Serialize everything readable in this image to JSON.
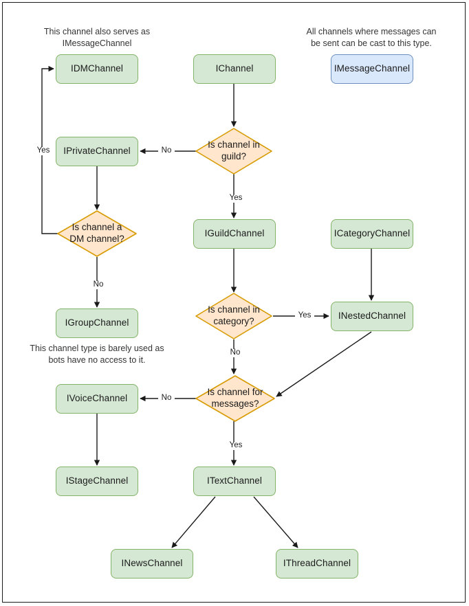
{
  "diagram": {
    "title": "Discord channel interface decision flowchart",
    "colors": {
      "green_fill": "#d5e8d4",
      "green_stroke": "#82b366",
      "blue_fill": "#dae8fc",
      "blue_stroke": "#6c8ebf",
      "orange_fill": "#ffe6cc",
      "orange_stroke": "#d79b00",
      "edge_stroke": "#1a1a1a",
      "frame_stroke": "#1a1a1a",
      "background": "#ffffff"
    },
    "notes": [
      {
        "id": "note-dm",
        "text": "This channel also serves as IMessageChannel"
      },
      {
        "id": "note-message",
        "text": "All channels where messages can be sent can be cast to this type."
      },
      {
        "id": "note-group",
        "text": "This channel type is barely used as bots have no access to it."
      }
    ],
    "nodes": [
      {
        "id": "idmchannel",
        "label": "IDMChannel",
        "shape": "box",
        "style": "green"
      },
      {
        "id": "ichannel",
        "label": "IChannel",
        "shape": "box",
        "style": "green"
      },
      {
        "id": "imessagechannel",
        "label": "IMessageChannel",
        "shape": "box",
        "style": "blue"
      },
      {
        "id": "iprivatechannel",
        "label": "IPrivateChannel",
        "shape": "box",
        "style": "green"
      },
      {
        "id": "is-channel-in-guild",
        "label": "Is channel in guild?",
        "shape": "diamond",
        "style": "orange"
      },
      {
        "id": "is-channel-a-dm-channel",
        "label": "Is channel a DM channel?",
        "shape": "diamond",
        "style": "orange"
      },
      {
        "id": "iguildchannel",
        "label": "IGuildChannel",
        "shape": "box",
        "style": "green"
      },
      {
        "id": "icategorychannel",
        "label": "ICategoryChannel",
        "shape": "box",
        "style": "green"
      },
      {
        "id": "igroupchannel",
        "label": "IGroupChannel",
        "shape": "box",
        "style": "green"
      },
      {
        "id": "is-channel-in-category",
        "label": "Is channel in category?",
        "shape": "diamond",
        "style": "orange"
      },
      {
        "id": "inestedchannel",
        "label": "INestedChannel",
        "shape": "box",
        "style": "green"
      },
      {
        "id": "ivoicechannel",
        "label": "IVoiceChannel",
        "shape": "box",
        "style": "green"
      },
      {
        "id": "is-channel-for-messages",
        "label": "Is channel for messages?",
        "shape": "diamond",
        "style": "orange"
      },
      {
        "id": "istagechannel",
        "label": "IStageChannel",
        "shape": "box",
        "style": "green"
      },
      {
        "id": "itextchannel",
        "label": "ITextChannel",
        "shape": "box",
        "style": "green"
      },
      {
        "id": "inewschannel",
        "label": "INewsChannel",
        "shape": "box",
        "style": "green"
      },
      {
        "id": "ithreadchannel",
        "label": "IThreadChannel",
        "shape": "box",
        "style": "green"
      }
    ],
    "edge_labels": [
      {
        "id": "label-guild-no",
        "text": "No"
      },
      {
        "id": "label-guild-yes",
        "text": "Yes"
      },
      {
        "id": "label-dm-yes",
        "text": "Yes"
      },
      {
        "id": "label-dm-no",
        "text": "No"
      },
      {
        "id": "label-category-yes",
        "text": "Yes"
      },
      {
        "id": "label-category-no",
        "text": "No"
      },
      {
        "id": "label-messages-no",
        "text": "No"
      },
      {
        "id": "label-messages-yes",
        "text": "Yes"
      }
    ],
    "node_labels": {
      "idmchannel": "IDMChannel",
      "ichannel": "IChannel",
      "imessagechannel": "IMessageChannel",
      "iprivatechannel": "IPrivateChannel",
      "is_channel_in_guild_line1": "Is channel in",
      "is_channel_in_guild_line2": "guild?",
      "is_channel_a_dm_line1": "Is channel a",
      "is_channel_a_dm_line2": "DM channel?",
      "iguildchannel": "IGuildChannel",
      "icategorychannel": "ICategoryChannel",
      "igroupchannel": "IGroupChannel",
      "is_channel_in_category_line1": "Is channel in",
      "is_channel_in_category_line2": "category?",
      "inestedchannel": "INestedChannel",
      "ivoicechannel": "IVoiceChannel",
      "is_channel_for_messages_line1": "Is channel for",
      "is_channel_for_messages_line2": "messages?",
      "istagechannel": "IStageChannel",
      "itextchannel": "ITextChannel",
      "inewschannel": "INewsChannel",
      "ithreadchannel": "IThreadChannel"
    },
    "note_lines": {
      "note_dm_line1": "This channel also serves as",
      "note_dm_line2": "IMessageChannel",
      "note_message_line1": "All channels where messages can",
      "note_message_line2": "be sent can be cast to this type.",
      "note_group_line1": "This channel type is barely used as",
      "note_group_line2": "bots have no access to it."
    }
  }
}
